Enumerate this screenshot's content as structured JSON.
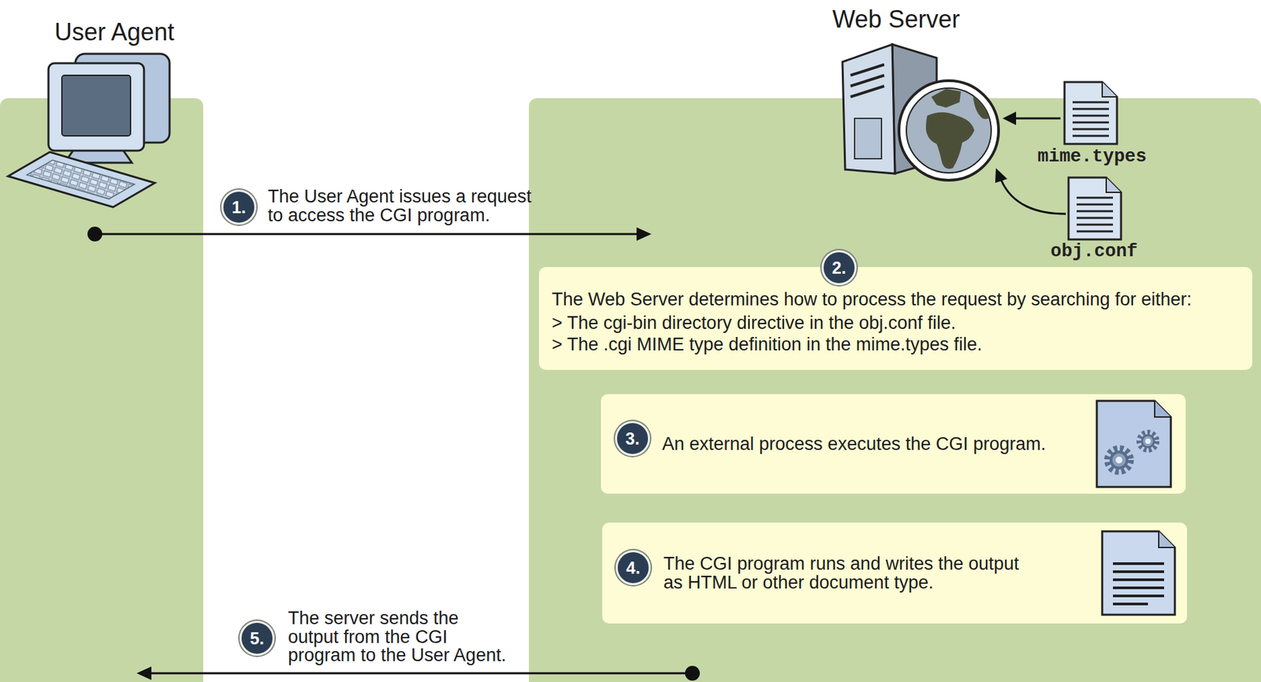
{
  "diagram": {
    "nodes": [
      {
        "text": [
          "User Agent"
        ]
      },
      {
        "text": [
          "Web Server"
        ]
      },
      {
        "text": [
          "1."
        ]
      },
      {
        "text": [
          "2."
        ],
        "in": 1
      },
      {
        "text": [
          "The Web Server determines how to process the request by searching for either:",
          "> The cgi-bin directory directive in the obj.conf file.",
          "> The .cgi MIME type definition in the mime.types file."
        ],
        "in": 1
      },
      {
        "text": [
          "An external process executes the CGI program."
        ],
        "in": 1
      },
      {
        "text": [
          "3."
        ],
        "in": 5
      },
      {
        "text": [
          "The CGI program runs and writes the output as HTML or other document type."
        ],
        "in": 1
      },
      {
        "text": [
          "4."
        ],
        "in": 7
      },
      {
        "text": [
          "5."
        ]
      }
    ],
    "edges": [
      {
        "from": 0,
        "to": 1,
        "arrow": "to",
        "label": "The User Agent issues a request to access the CGI program."
      },
      {
        "from": 1,
        "to": 0,
        "arrow": "to",
        "label": "The server sends the output from the CGI program to the User Agent."
      }
    ],
    "labels": [
      "mime.types",
      "obj.conf"
    ]
  }
}
